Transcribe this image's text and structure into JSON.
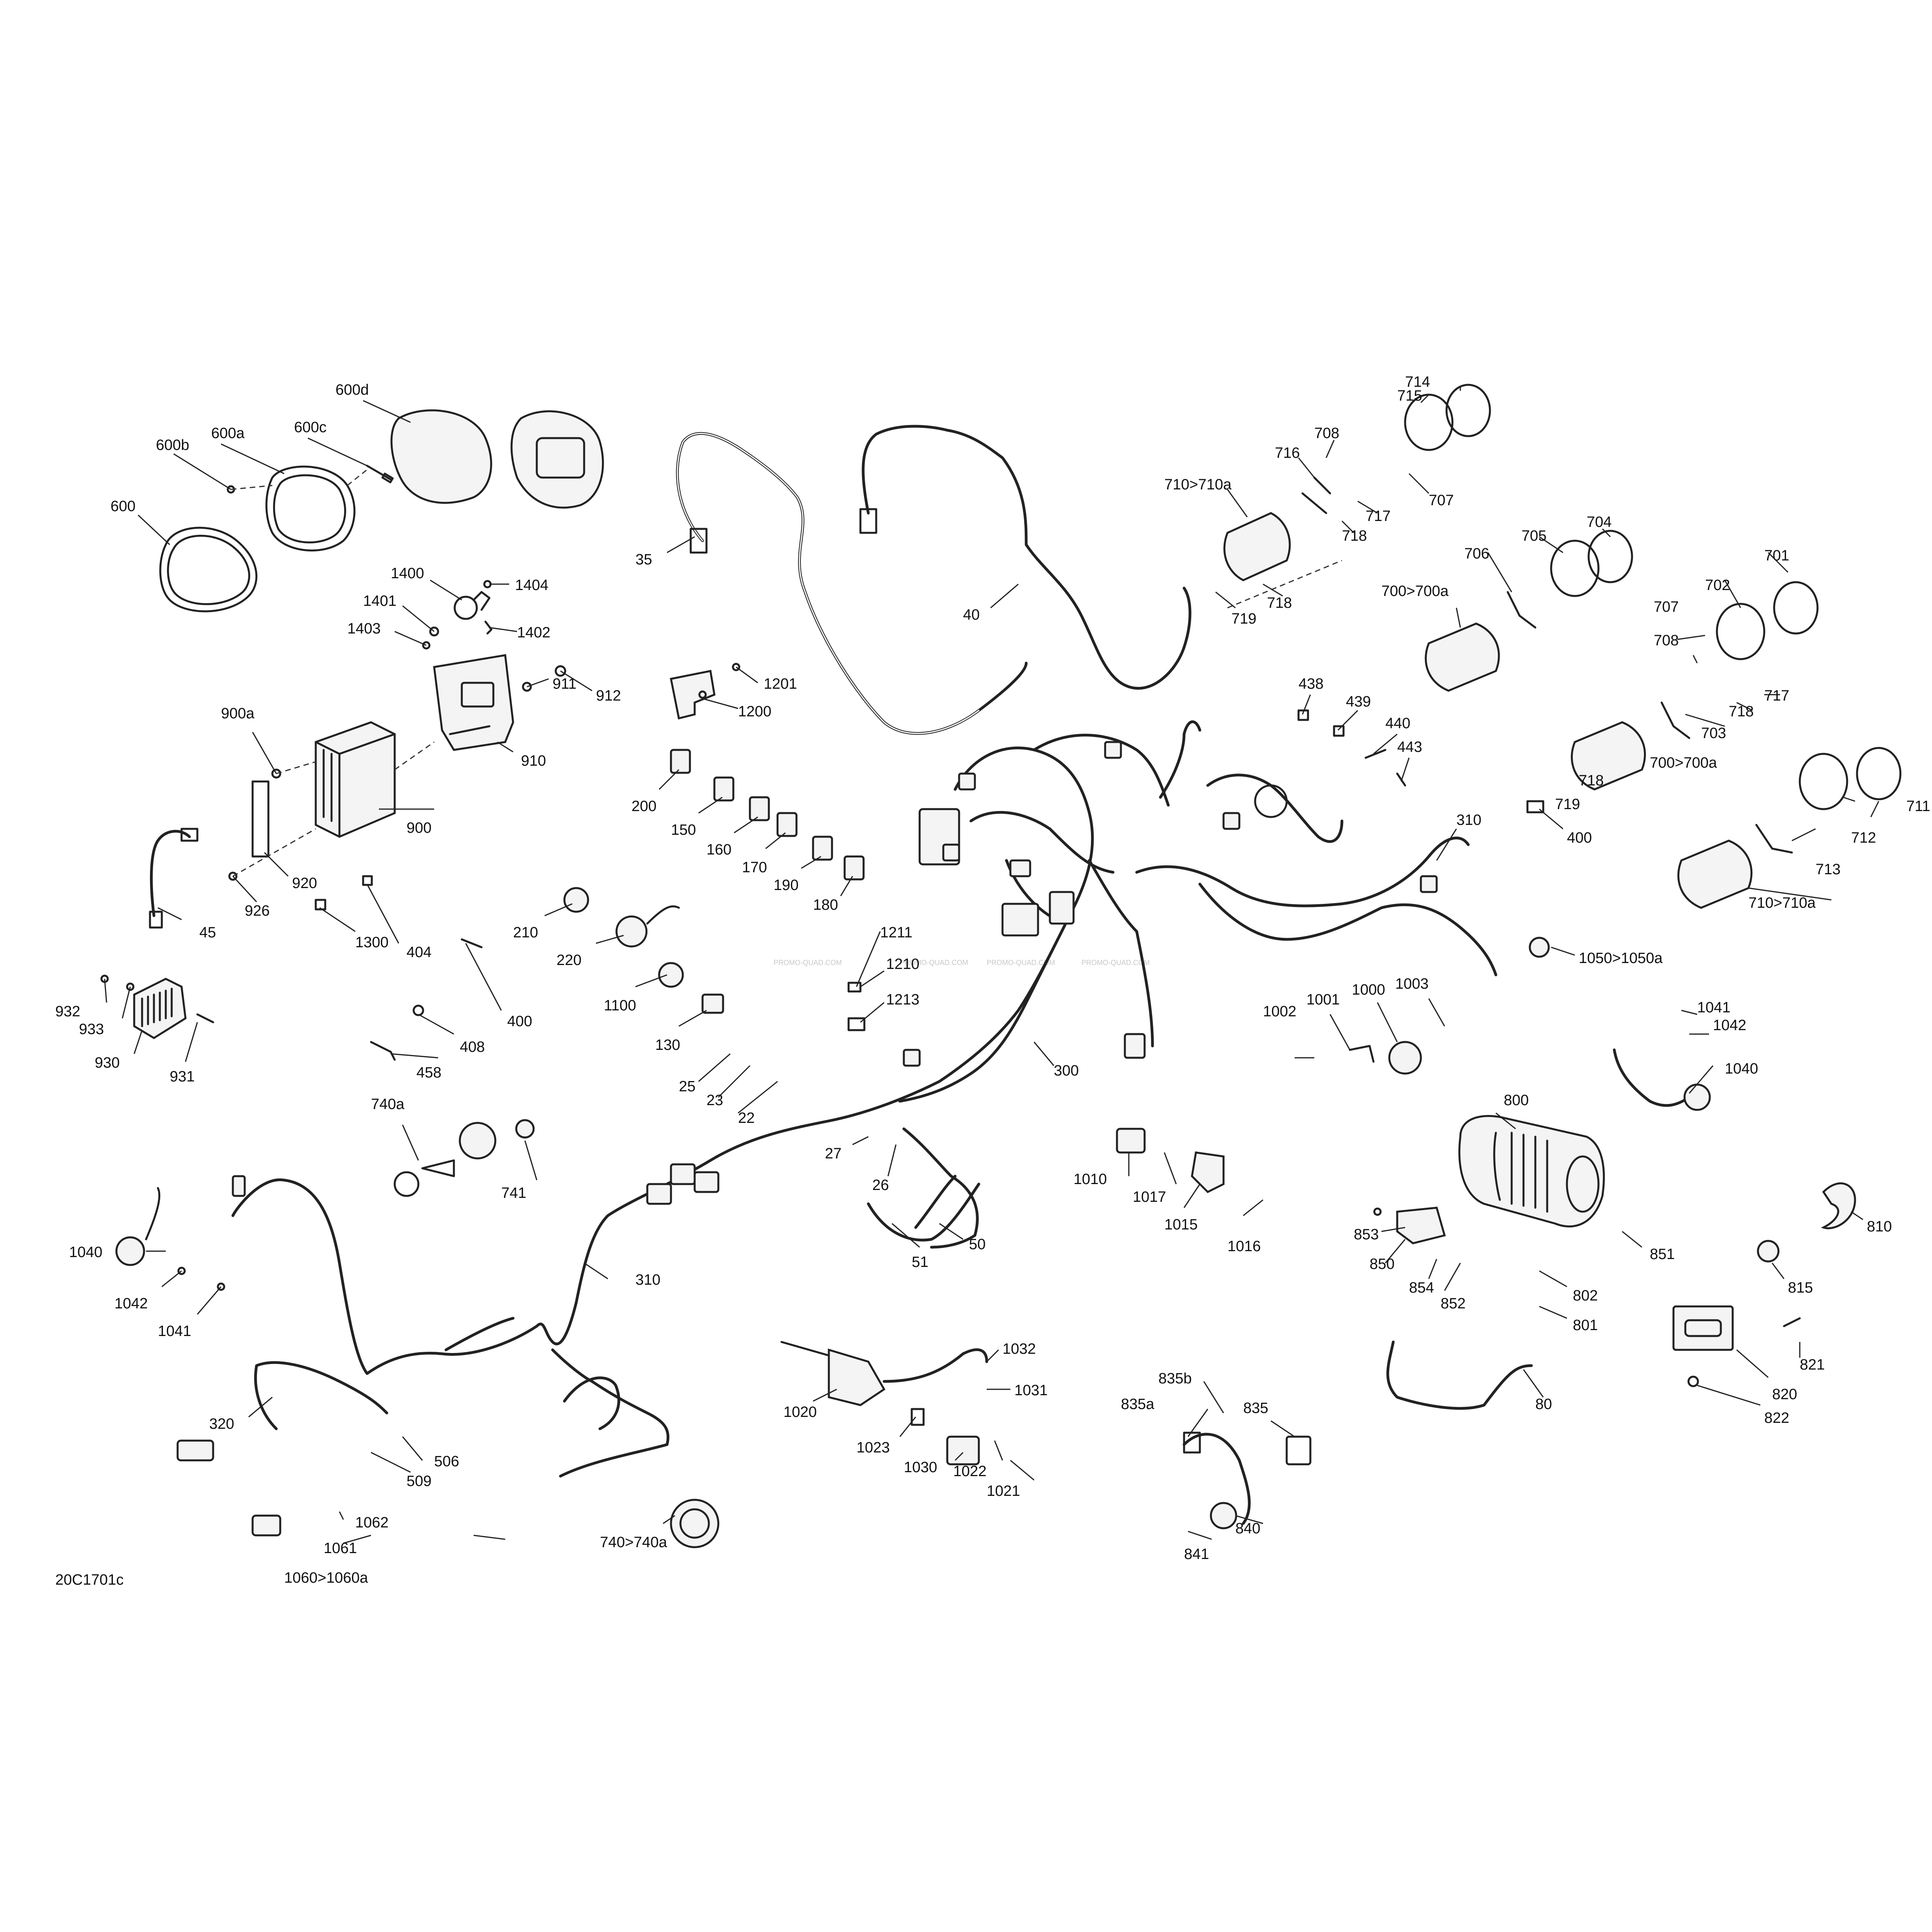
{
  "diagram": {
    "figure_code": "20C1701c",
    "watermark": "PROMO-QUAD.COM",
    "callouts": [
      "35",
      "40",
      "600",
      "600a",
      "600b",
      "600c",
      "600d",
      "1400",
      "1401",
      "1402",
      "1403",
      "1404",
      "900",
      "900a",
      "910",
      "911",
      "912",
      "920",
      "926",
      "45",
      "932",
      "933",
      "930",
      "931",
      "1300",
      "404",
      "400",
      "408",
      "458",
      "1200",
      "1201",
      "200",
      "150",
      "160",
      "170",
      "190",
      "180",
      "210",
      "220",
      "1100",
      "130",
      "1211",
      "1210",
      "1213",
      "25",
      "23",
      "22",
      "27",
      "26",
      "50",
      "51",
      "740a",
      "741",
      "740>740a",
      "1040",
      "1042",
      "1041",
      "320",
      "506",
      "509",
      "1062",
      "1061",
      "1060>1060a",
      "310",
      "300",
      "1020",
      "1023",
      "1030",
      "1032",
      "1031",
      "1022",
      "1021",
      "835b",
      "835a",
      "835",
      "840",
      "841",
      "1010",
      "1017",
      "1015",
      "1016",
      "438",
      "439",
      "440",
      "443",
      "1002",
      "1001",
      "1000",
      "1003",
      "1050>1050a",
      "714",
      "715",
      "708",
      "716",
      "710>710a",
      "717",
      "707",
      "718",
      "719",
      "706",
      "705",
      "704",
      "700>700a",
      "701",
      "702",
      "703",
      "712",
      "711",
      "713",
      "800",
      "853",
      "850",
      "854",
      "852",
      "851",
      "802",
      "801",
      "810",
      "815",
      "821",
      "820",
      "822",
      "80"
    ]
  }
}
